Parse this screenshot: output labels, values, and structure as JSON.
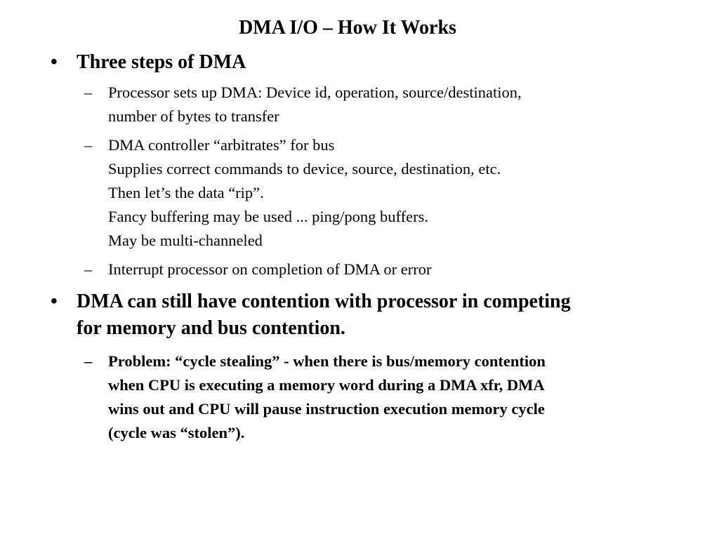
{
  "slide": {
    "title": "DMA I/O – How It Works",
    "bullet_mark": "•",
    "dash_mark": "–",
    "bullets": [
      {
        "text": "Three steps of DMA",
        "subs": [
          {
            "lines": [
              "Processor sets up DMA: Device id, operation, source/destination,",
              "number of bytes to transfer"
            ]
          },
          {
            "lines": [
              "DMA controller “arbitrates” for bus",
              "Supplies correct commands to device, source, destination, etc.",
              "Then let’s the data “rip”.",
              "Fancy buffering may be used ... ping/pong buffers.",
              "May be multi-channeled"
            ]
          },
          {
            "lines": [
              "Interrupt processor on completion of DMA or error"
            ]
          }
        ]
      },
      {
        "lines": [
          "DMA can still have contention with processor in competing",
          "for memory and bus contention."
        ],
        "subs": [
          {
            "lines": [
              "Problem: “cycle stealing” - when there  is bus/memory contention",
              "when CPU is executing a memory word during a DMA xfr, DMA",
              "wins out and CPU will pause instruction execution memory cycle",
              "(cycle was “stolen”)."
            ]
          }
        ]
      }
    ]
  }
}
